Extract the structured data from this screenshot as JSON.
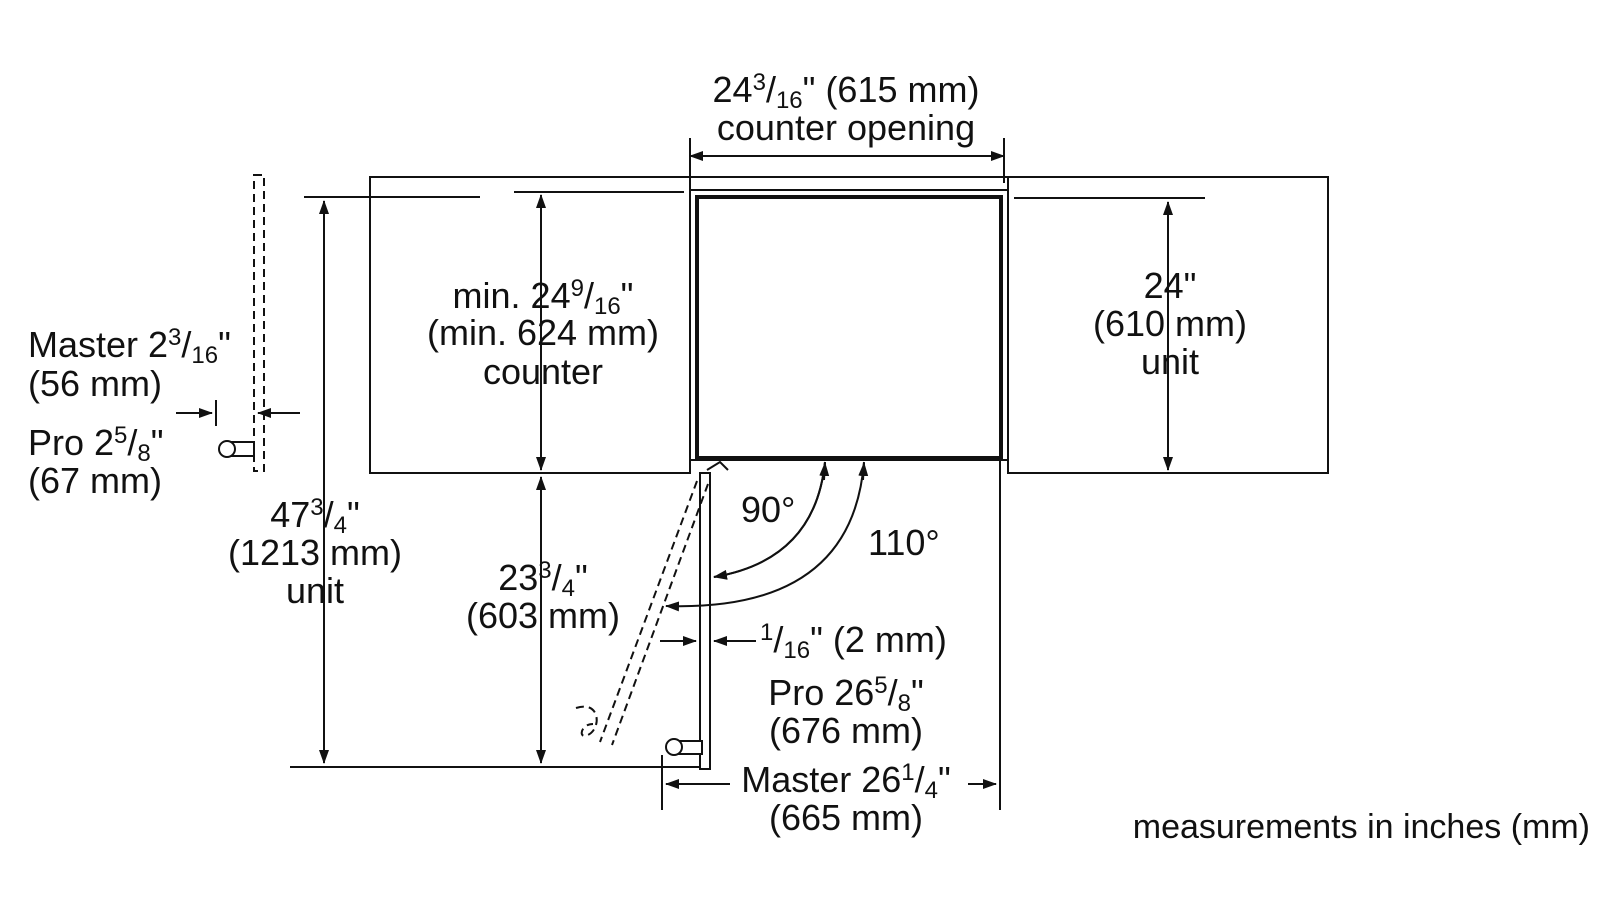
{
  "counter_opening": {
    "value": "24",
    "sup": "3",
    "sub": "16",
    "rest": "\" (615 mm)",
    "label": "counter opening"
  },
  "counter_depth": {
    "prefix": "min. 24",
    "sup": "9",
    "sub": "16",
    "rest": "\"",
    "metric": "(min. 624 mm)",
    "label": "counter"
  },
  "unit_depth": {
    "value": "24\"",
    "metric": "(610 mm)",
    "label": "unit"
  },
  "handle_offset": {
    "master": {
      "prefix": "Master 2",
      "sup": "3",
      "sub": "16",
      "rest": "\"",
      "metric": "(56 mm)"
    },
    "pro": {
      "prefix": "Pro 2",
      "sup": "5",
      "sub": "8",
      "rest": "\"",
      "metric": "(67 mm)"
    }
  },
  "total_depth": {
    "value": "47",
    "sup": "3",
    "sub": "4",
    "rest": "\"",
    "metric": "(1213 mm)",
    "label": "unit"
  },
  "door_depth": {
    "value": "23",
    "sup": "3",
    "sub": "4",
    "rest": "\"",
    "metric": "(603 mm)"
  },
  "angles": {
    "a1": "90°",
    "a2": "110°"
  },
  "gap": {
    "sup": "1",
    "sub": "16",
    "rest": "\" (2 mm)"
  },
  "door_width": {
    "pro": {
      "prefix": "Pro 26",
      "sup": "5",
      "sub": "8",
      "rest": "\"",
      "metric": "(676 mm)"
    },
    "master": {
      "prefix": "Master 26",
      "sup": "1",
      "sub": "4",
      "rest": "\"",
      "metric": "(665 mm)"
    }
  },
  "footnote": "measurements in inches (mm)",
  "colors": {
    "line": "#111111",
    "background": "#ffffff"
  }
}
